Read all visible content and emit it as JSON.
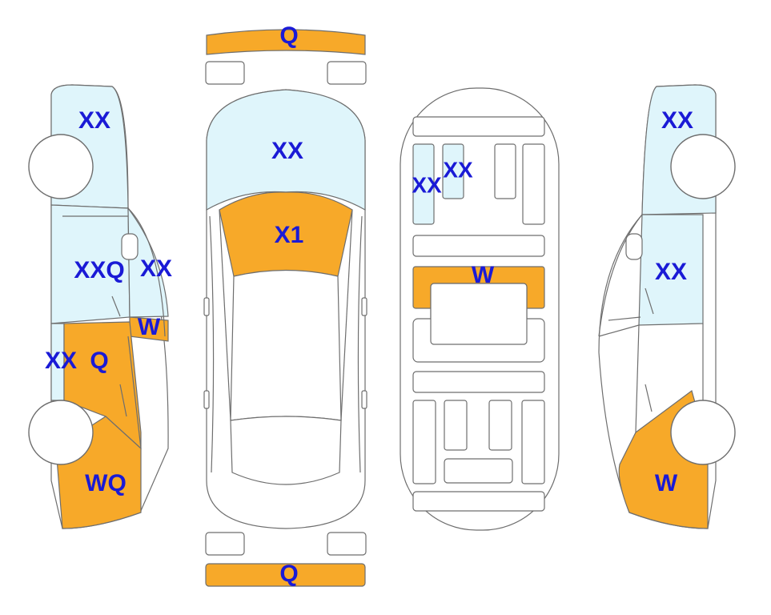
{
  "colors": {
    "damage_fill": "#f7a929",
    "glass_fill": "#dff5fb",
    "outline": "#6e6e6e",
    "code_text": "#1a1ad6"
  },
  "codes": {
    "front_bumper": "Q",
    "rear_bumper": "Q",
    "windshield": "XX",
    "hood": "X1",
    "roof_left_panel": "XX",
    "roof_left_panel_2": "XX",
    "roof_center_panel": "W",
    "left_rear_glass": "XX",
    "left_rear_door_glass": "XXQ",
    "left_front_door_glass": "XX",
    "left_front_door_trim": "W",
    "left_rear_fender": "XX",
    "left_rear_door": "Q",
    "left_front_fender": "WQ",
    "right_rear_glass": "XX",
    "right_door_glass": "XX",
    "right_front_fender": "W"
  }
}
